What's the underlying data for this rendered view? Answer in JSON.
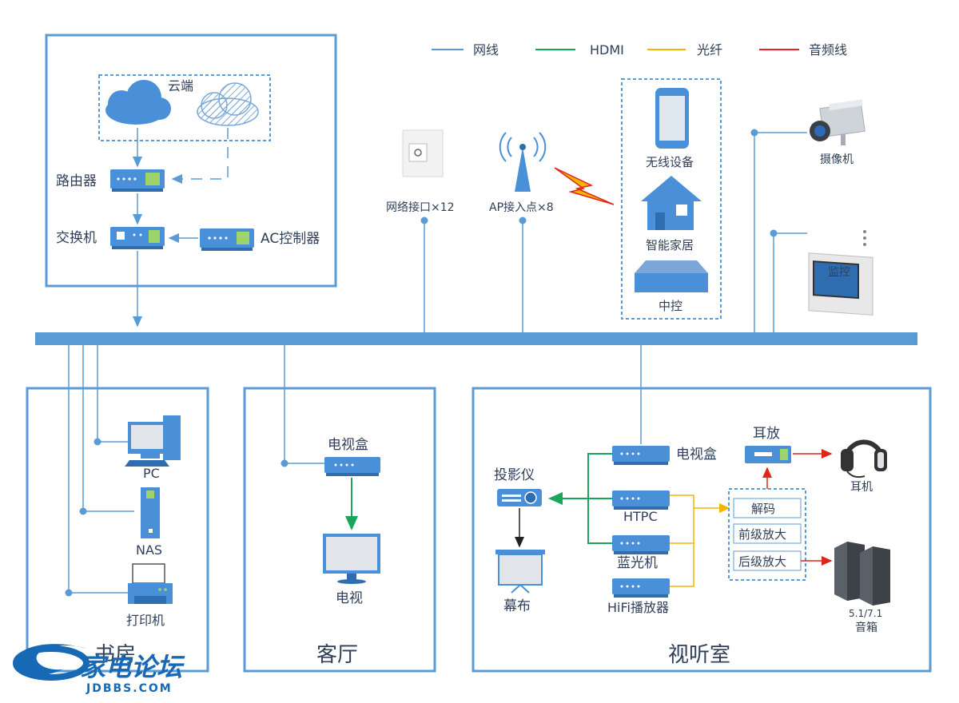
{
  "colors": {
    "network": "#5b9bd5",
    "hdmi": "#1aa65a",
    "fiber": "#f5b400",
    "audio": "#e0251b",
    "box_border": "#5b9bd5",
    "device_fill": "#4a90d9",
    "text": "#2f3f5a"
  },
  "legend": [
    {
      "label": "网线",
      "color": "#5b9bd5"
    },
    {
      "label": "HDMI",
      "color": "#1aa65a"
    },
    {
      "label": "光纤",
      "color": "#f5b400"
    },
    {
      "label": "音频线",
      "color": "#e0251b"
    }
  ],
  "core": {
    "cloud": "云端",
    "router": "路由器",
    "switch": "交换机",
    "ac": "AC控制器"
  },
  "top_devices": {
    "wall_port": "网络接口×12",
    "ap": "AP接入点×8",
    "wireless": "无线设备",
    "smarthome": "智能家居",
    "central": "中控",
    "camera": "摄像机",
    "monitor": "监控"
  },
  "study": {
    "title": "书房",
    "pc": "PC",
    "nas": "NAS",
    "printer": "打印机"
  },
  "living": {
    "title": "客厅",
    "tvbox": "电视盒",
    "tv": "电视"
  },
  "av": {
    "title": "视听室",
    "tvbox": "电视盒",
    "htpc": "HTPC",
    "bluray": "蓝光机",
    "hifi": "HiFi播放器",
    "projector": "投影仪",
    "screen": "幕布",
    "headamp": "耳放",
    "headphone": "耳机",
    "decode": "解码",
    "preamp": "前级放大",
    "poweramp": "后级放大",
    "speaker_spec": "5.1/7.1",
    "speaker": "音箱"
  },
  "watermark": {
    "cn": "家电论坛",
    "en": "JDBBS.COM"
  }
}
